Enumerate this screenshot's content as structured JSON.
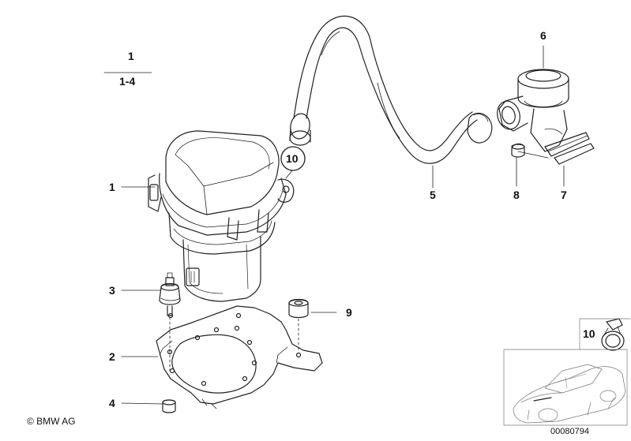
{
  "labels": {
    "assembly": "1",
    "range": "1-4",
    "p1": "1",
    "p2": "2",
    "p3": "3",
    "p4": "4",
    "p5": "5",
    "p6": "6",
    "p7": "7",
    "p8": "8",
    "p9": "9",
    "p10": "10",
    "p10_inset": "10"
  },
  "copyright": "© BMW AG",
  "diagram_id": "00080794"
}
